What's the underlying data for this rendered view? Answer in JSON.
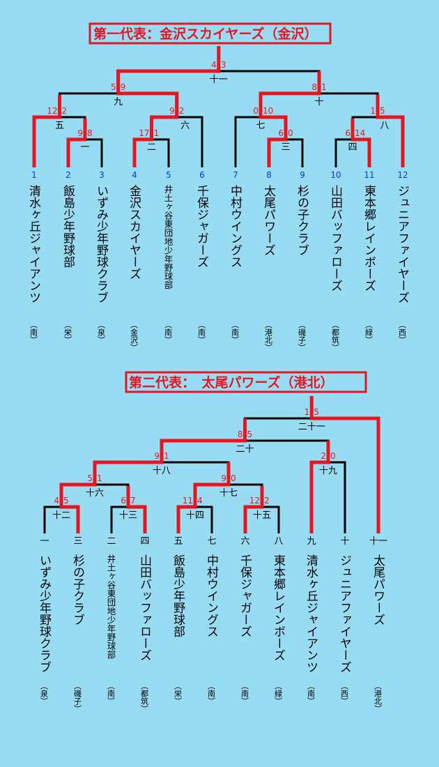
{
  "block1": {
    "title": "第一代表：金沢スカイヤーズ（金沢）",
    "teams": [
      {
        "slot": "1",
        "name": "清水ヶ丘ジャイアンツ",
        "area": "（南）"
      },
      {
        "slot": "2",
        "name": "飯島少年野球部",
        "area": "（栄）"
      },
      {
        "slot": "3",
        "name": "いずみ少年野球クラブ",
        "area": "（泉）"
      },
      {
        "slot": "4",
        "name": "金沢スカイヤーズ",
        "area": "（金沢）"
      },
      {
        "slot": "5",
        "name": "井土ヶ谷東団地少年野球部",
        "area": "（南）"
      },
      {
        "slot": "6",
        "name": "千保ジャガーズ",
        "area": "（南）"
      },
      {
        "slot": "7",
        "name": "中村ウイングス",
        "area": "（南）"
      },
      {
        "slot": "8",
        "name": "太尾パワーズ",
        "area": "（港北）"
      },
      {
        "slot": "9",
        "name": "杉の子クラブ",
        "area": "（磯子）"
      },
      {
        "slot": "10",
        "name": "山田バッファローズ",
        "area": "（都筑）"
      },
      {
        "slot": "11",
        "name": "東本郷レインボーズ",
        "area": "（緑）"
      },
      {
        "slot": "12",
        "name": "ジュニアファイヤーズ",
        "area": "（西）"
      }
    ],
    "matches": [
      {
        "label": "一",
        "left_score": "9",
        "right_score": "8"
      },
      {
        "label": "二",
        "left_score": "17",
        "right_score": "1"
      },
      {
        "label": "三",
        "left_score": "6",
        "right_score": "0"
      },
      {
        "label": "四",
        "left_score": "6",
        "right_score": "14"
      },
      {
        "label": "五",
        "left_score": "12",
        "right_score": "2"
      },
      {
        "label": "六",
        "left_score": "9",
        "right_score": "2"
      },
      {
        "label": "七",
        "left_score": "0",
        "right_score": "10"
      },
      {
        "label": "八",
        "left_score": "1",
        "right_score": "5"
      },
      {
        "label": "九",
        "left_score": "5",
        "right_score": "9"
      },
      {
        "label": "十",
        "left_score": "8",
        "right_score": "1"
      },
      {
        "label": "十一",
        "left_score": "4",
        "right_score": "3"
      }
    ]
  },
  "block2": {
    "title": "第二代表：　太尾パワーズ（港北）",
    "teams": [
      {
        "slot": "一",
        "name": "いずみ少年野球クラブ",
        "area": "（泉）"
      },
      {
        "slot": "三",
        "name": "杉の子クラブ",
        "area": "（磯子）"
      },
      {
        "slot": "二",
        "name": "井土ヶ谷東団地少年野球部",
        "area": "（南）"
      },
      {
        "slot": "四",
        "name": "山田バッファローズ",
        "area": "（都筑）"
      },
      {
        "slot": "五",
        "name": "飯島少年野球部",
        "area": "（栄）"
      },
      {
        "slot": "七",
        "name": "中村ウイングス",
        "area": "（南）"
      },
      {
        "slot": "六",
        "name": "千保ジャガーズ",
        "area": "（南）"
      },
      {
        "slot": "八",
        "name": "東本郷レインボーズ",
        "area": "（緑）"
      },
      {
        "slot": "九",
        "name": "清水ヶ丘ジャイアンツ",
        "area": "（南）"
      },
      {
        "slot": "十",
        "name": "ジュニアファイヤーズ",
        "area": "（西）"
      },
      {
        "slot": "十一",
        "name": "太尾パワーズ",
        "area": "（港北）"
      }
    ],
    "matches": [
      {
        "label": "十二",
        "left_score": "4",
        "right_score": "5"
      },
      {
        "label": "十三",
        "left_score": "6",
        "right_score": "7"
      },
      {
        "label": "十四",
        "left_score": "11",
        "right_score": "4"
      },
      {
        "label": "十五",
        "left_score": "12",
        "right_score": "2"
      },
      {
        "label": "十六",
        "left_score": "5",
        "right_score": "1"
      },
      {
        "label": "十七",
        "left_score": "9",
        "right_score": "0"
      },
      {
        "label": "十八",
        "left_score": "9",
        "right_score": "1"
      },
      {
        "label": "十九",
        "left_score": "2",
        "right_score": "0"
      },
      {
        "label": "二十",
        "left_score": "8",
        "right_score": "5"
      },
      {
        "label": "二十一",
        "left_score": "1",
        "right_score": "5"
      }
    ]
  }
}
